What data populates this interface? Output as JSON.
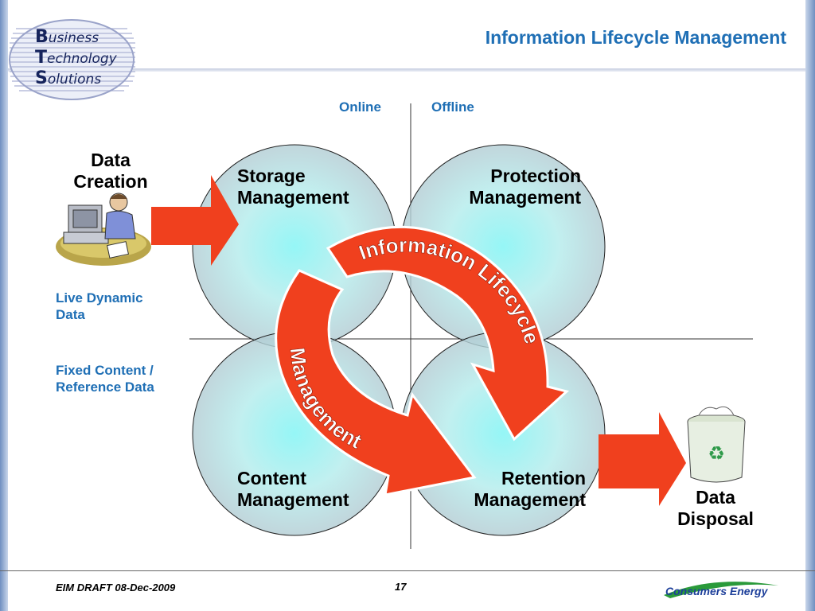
{
  "header": {
    "title": "Information Lifecycle Management"
  },
  "logo": {
    "line1_initial": "B",
    "line1_rest": "usiness",
    "line2_initial": "T",
    "line2_rest": "echnology",
    "line3_initial": "S",
    "line3_rest": "olutions"
  },
  "axes": {
    "online": "Online",
    "offline": "Offline"
  },
  "quadrants": {
    "storage": {
      "line1": "Storage",
      "line2": "Management"
    },
    "protection": {
      "line1": "Protection",
      "line2": "Management"
    },
    "content": {
      "line1": "Content",
      "line2": "Management"
    },
    "retention": {
      "line1": "Retention",
      "line2": "Management"
    }
  },
  "cycle": {
    "arc_upper": "Information Lifecycle",
    "arc_lower": "Management"
  },
  "creation": {
    "line1": "Data",
    "line2": "Creation",
    "icon": "person-at-computer-icon"
  },
  "disposal": {
    "line1": "Data",
    "line2": "Disposal",
    "icon": "recycle-bin-icon"
  },
  "side_labels": {
    "live_line1": "Live Dynamic",
    "live_line2": "Data",
    "fixed_line1": "Fixed Content /",
    "fixed_line2": "Reference Data"
  },
  "footer": {
    "draft": "EIM DRAFT  08-Dec-2009",
    "page": "17",
    "brand": "Consumers Energy"
  },
  "colors": {
    "title": "#1f6fb5",
    "arrow": "#f0401e",
    "circle_center": "#7ef4f4",
    "circle_edge": "#b3cdd4"
  }
}
